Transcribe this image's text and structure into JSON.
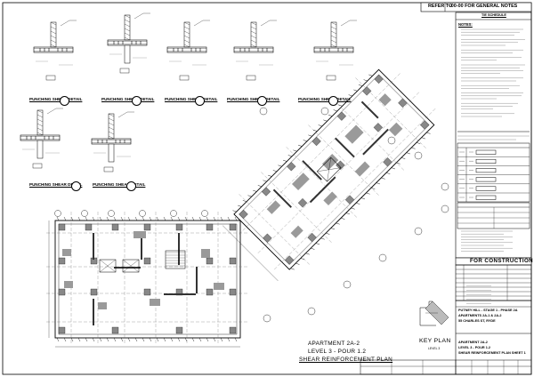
{
  "sheet": {
    "refer_label": "REFER TO",
    "refer_value": "-00-00 FOR GENERAL NOTES",
    "schedule_title": "TIE SCHEDULE",
    "notes_heading": "NOTES:",
    "for_construction": "FOR CONSTRUCTION"
  },
  "details": [
    {
      "caption": "PUNCHING SHEAR DETAIL"
    },
    {
      "caption": "PUNCHING SHEAR DETAIL"
    },
    {
      "caption": "PUNCHING SHEAR DETAIL"
    },
    {
      "caption": "PUNCHING SHEAR DETAIL"
    },
    {
      "caption": "PUNCHING SHEAR DETAIL"
    },
    {
      "caption": "PUNCHING SHEAR DETAIL"
    },
    {
      "caption": "PUNCHING SHEAR DETAIL"
    }
  ],
  "plan": {
    "title_line1": "APARTMENT 2A-2",
    "title_line2": "LEVEL 3 - POUR 1.2",
    "title_line3": "SHEAR REINFORCEMENT PLAN"
  },
  "key_plan": {
    "title": "KEY PLAN",
    "subtitle": "LEVEL 3"
  },
  "title_block": {
    "project_line1": "PUTNEY HILL - STAGE 1 - PHASE 2A",
    "project_line2": "APARTMENTS 2A-1 & 2A-2",
    "project_line3": "55 CHARLES ST, RYDE",
    "drawing_line1": "APARTMENT 2A-2",
    "drawing_line2": "LEVEL 3 - POUR 1.2",
    "drawing_line3": "SHEAR REINFORCEMENT PLAN SHEET 1"
  }
}
